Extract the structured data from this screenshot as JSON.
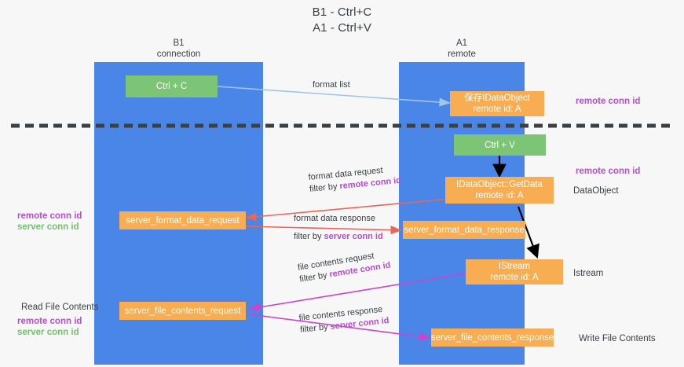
{
  "title_lines": [
    "B1 - Ctrl+C",
    "A1 - Ctrl+V"
  ],
  "colors": {
    "lane": "#4a86e8",
    "green_box": "#7cc576",
    "orange_box": "#f9ad52",
    "purple_text": "#b44fd0",
    "green_text": "#74c16d",
    "arrow_blue": "#9fc5e8",
    "arrow_red": "#e8665a",
    "arrow_magenta": "#cc44cc",
    "arrow_black": "#000000",
    "divider": "#3c4043",
    "background": "#f7f7f7"
  },
  "columns": {
    "left": {
      "name": "B1",
      "role": "connection"
    },
    "right": {
      "name": "A1",
      "role": "remote"
    }
  },
  "boxes": {
    "ctrl_c": {
      "label": "Ctrl + C"
    },
    "save_idataobject": {
      "line1": "保存IDataObject",
      "line2": "remote id: A"
    },
    "ctrl_v": {
      "label": "Ctrl + V"
    },
    "getdata": {
      "line1": "IDataObject::GetData",
      "line2": "remote id: A"
    },
    "server_format_data_request": {
      "label": "server_format_data_request"
    },
    "server_format_data_response": {
      "label": "server_format_data_response"
    },
    "istream": {
      "line1": "IStream",
      "line2": "remote id: A"
    },
    "server_file_contents_request": {
      "label": "server_file_contents_request"
    },
    "server_file_contents_response": {
      "label": "server_file_contents_response"
    }
  },
  "edges": {
    "format_list": {
      "label": "format list"
    },
    "format_data_request": {
      "line1": "format data request",
      "prefix": "filter by ",
      "key": "remote conn id"
    },
    "format_data_response": {
      "line1": "format data response",
      "prefix": "filter by ",
      "key": "server conn id"
    },
    "file_contents_request": {
      "line1": "file contents request",
      "prefix": "filter by ",
      "key": "remote conn id"
    },
    "file_contents_response": {
      "line1": "file contents response",
      "prefix": "filter by ",
      "key": "server conn id"
    }
  },
  "side_labels": {
    "right_remote_conn_id_top": "remote conn id",
    "right_remote_conn_id_mid": "remote conn id",
    "right_dataobject": "DataObject",
    "right_istream": "Istream",
    "right_write_file_contents": "Write File Contents",
    "left_remote_conn_id_mid": "remote conn id",
    "left_server_conn_id_mid": "server conn id",
    "left_read_file_contents": "Read File Contents",
    "left_remote_conn_id_bot": "remote conn id",
    "left_server_conn_id_bot": "server conn id"
  }
}
